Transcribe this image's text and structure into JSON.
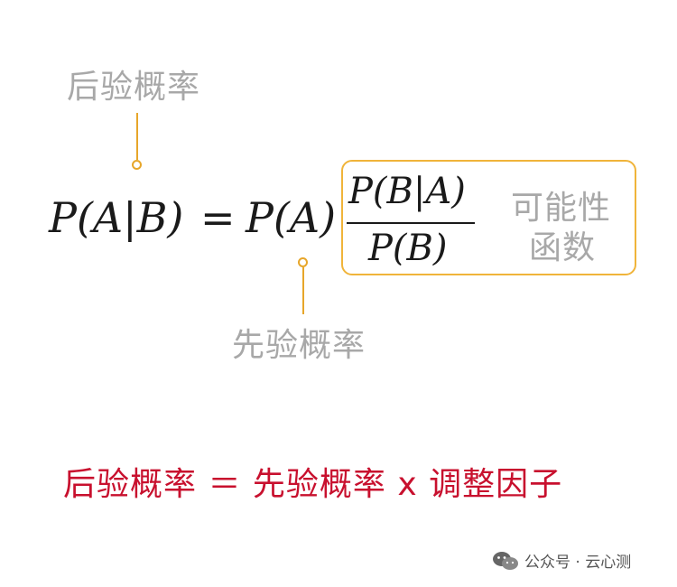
{
  "labels": {
    "posterior": "后验概率",
    "prior": "先验概率",
    "likelihood_line1": "可能性",
    "likelihood_line2": "函数"
  },
  "equation": {
    "lhs": "P(A|B)",
    "equals": "=",
    "prior_term": "P(A)",
    "numerator": "P(B|A)",
    "denominator": "P(B)"
  },
  "summary": {
    "text": "后验概率 ＝ 先验概率 x 调整因子"
  },
  "watermark": {
    "text": "公众号 · 云心测"
  },
  "colors": {
    "accent": "#e7a62a",
    "label_gray": "#a8a8a8",
    "summary_red": "#c8102e"
  }
}
